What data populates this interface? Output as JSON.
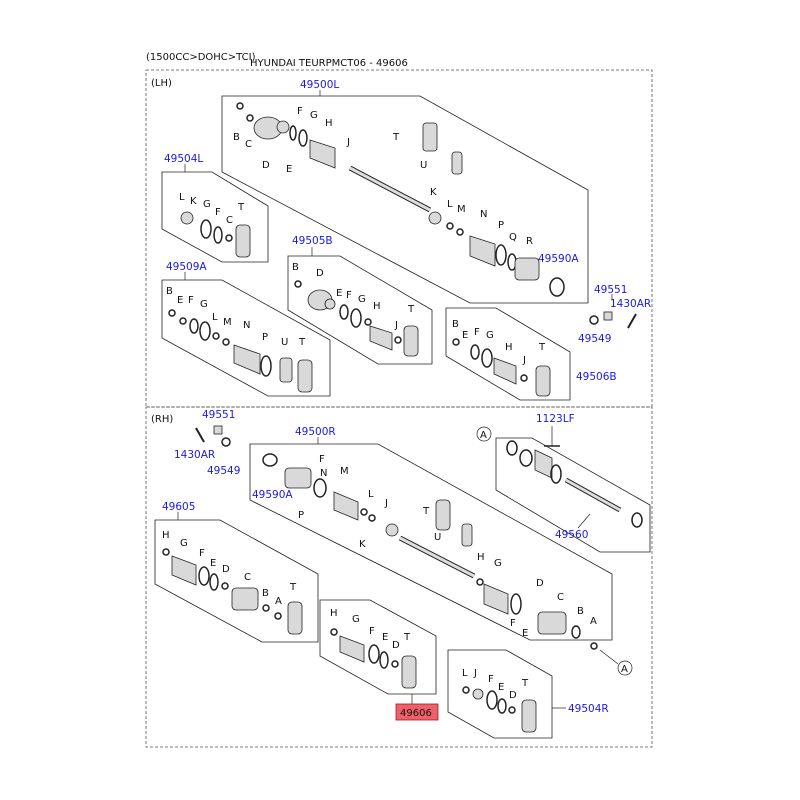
{
  "header": {
    "engine": "(1500CC>DOHC>TCI)",
    "title": "HYUNDAI TEURPMCT06 - 49606"
  },
  "sections": {
    "lh": "(LH)",
    "rh": "(RH)"
  },
  "refs": {
    "lh_assy": "49500L",
    "lh_49504L": "49504L",
    "lh_49509A": "49509A",
    "lh_49505B": "49505B",
    "lh_49590A": "49590A",
    "lh_49551": "49551",
    "lh_1430AR": "1430AR",
    "lh_49549": "49549",
    "lh_49506B": "49506B",
    "rh_49551": "49551",
    "rh_1430AR": "1430AR",
    "rh_49549": "49549",
    "rh_assy": "49500R",
    "rh_49590A": "49590A",
    "rh_1123LF": "1123LF",
    "rh_49560": "49560",
    "rh_49605": "49605",
    "rh_49504R": "49504R",
    "highlight": "49606"
  },
  "callout_a": "A",
  "colors": {
    "highlight": "#f0606a",
    "ref_text": "#1a1ae6"
  },
  "letters": {
    "lh_main": [
      "B",
      "C",
      "D",
      "E",
      "F",
      "G",
      "H",
      "J",
      "T",
      "U",
      "K",
      "L",
      "M",
      "N",
      "P",
      "Q",
      "R"
    ],
    "lh_49504L": [
      "L",
      "K",
      "G",
      "F",
      "C",
      "T"
    ],
    "lh_49509A": [
      "B",
      "E",
      "F",
      "G",
      "L",
      "M",
      "N",
      "P",
      "U",
      "T"
    ],
    "lh_49505B": [
      "B",
      "D",
      "E",
      "F",
      "G",
      "H",
      "J",
      "T"
    ],
    "lh_49506B": [
      "B",
      "E",
      "F",
      "G",
      "H",
      "J",
      "T"
    ],
    "rh_main": [
      "F",
      "N",
      "M",
      "L",
      "K",
      "P",
      "J",
      "T",
      "U",
      "H",
      "G",
      "D",
      "C",
      "B",
      "A",
      "F",
      "E"
    ],
    "rh_49605": [
      "H",
      "G",
      "F",
      "E",
      "D",
      "C",
      "B",
      "A",
      "T"
    ],
    "rh_49606": [
      "H",
      "G",
      "F",
      "E",
      "D",
      "T"
    ],
    "rh_49504R": [
      "L",
      "J",
      "F",
      "E",
      "D",
      "T"
    ]
  }
}
